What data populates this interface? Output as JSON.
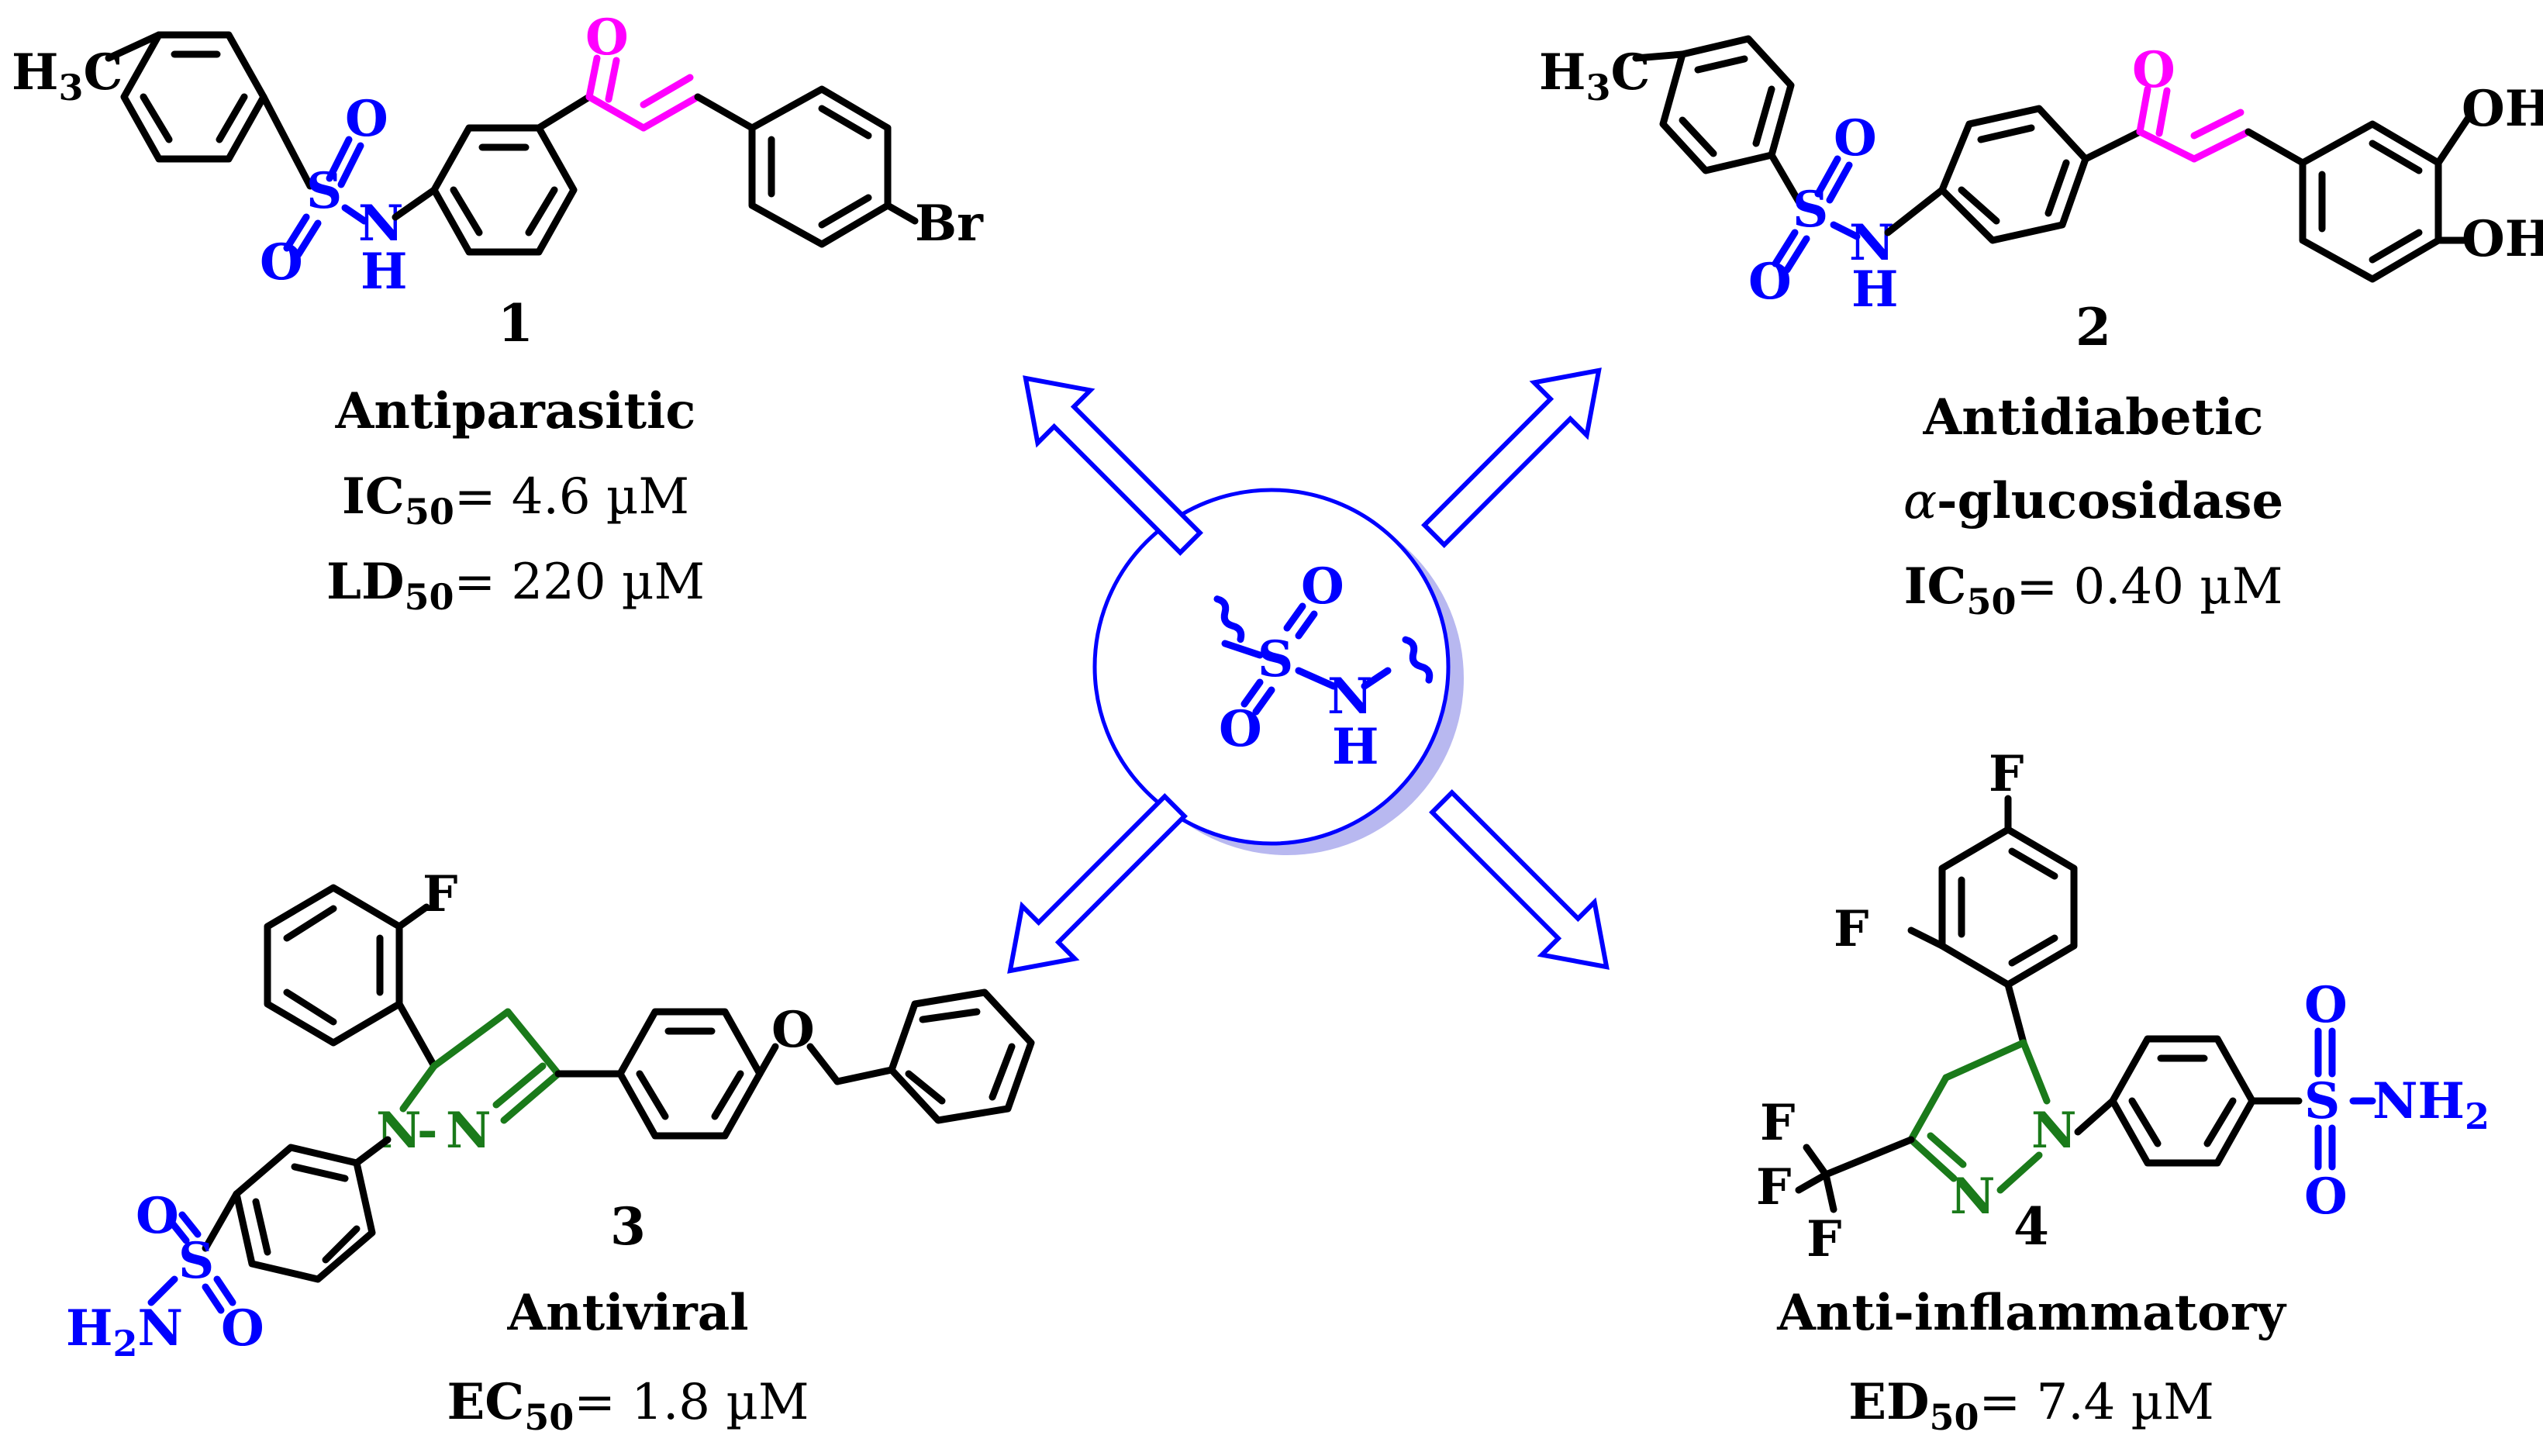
{
  "center": {
    "o_top": "O",
    "s": "S",
    "o_bottom": "O",
    "n": "N",
    "h": "H"
  },
  "compounds": [
    {
      "number": "1",
      "activity": "Antiparasitic",
      "metrics": [
        {
          "name": "IC",
          "sub": "50",
          "value": "= 4.6 µM"
        },
        {
          "name": "LD",
          "sub": "50",
          "value": "= 220 µM"
        }
      ],
      "atoms": {
        "methyl": "H",
        "methyl_sub": "3",
        "methyl_c": "C",
        "s": "S",
        "o1": "O",
        "o2": "O",
        "n": "N",
        "h": "H",
        "ketone_o": "O",
        "br": "Br"
      }
    },
    {
      "number": "2",
      "activity": "Antidiabetic",
      "activity2_greek": "α",
      "activity2": "-glucosidase",
      "metrics": [
        {
          "name": "IC",
          "sub": "50",
          "value": "= 0.40 µM"
        }
      ],
      "atoms": {
        "methyl": "H",
        "methyl_sub": "3",
        "methyl_c": "C",
        "s": "S",
        "o1": "O",
        "o2": "O",
        "n": "N",
        "h": "H",
        "ketone_o": "O",
        "oh1": "OH",
        "oh2": "OH"
      }
    },
    {
      "number": "3",
      "activity": "Antiviral",
      "metrics": [
        {
          "name": "EC",
          "sub": "50",
          "value": "= 1.8 µM"
        }
      ],
      "atoms": {
        "f": "F",
        "n1": "N",
        "n2": "N",
        "dash": "-",
        "ether_o": "O",
        "s": "S",
        "o1": "O",
        "o2": "O",
        "amine": "H",
        "amine_sub": "2",
        "amine_n": "N"
      }
    },
    {
      "number": "4",
      "activity": "Anti-inflammatory",
      "metrics": [
        {
          "name": "ED",
          "sub": "50",
          "value": "= 7.4 µM"
        }
      ],
      "atoms": {
        "f_top": "F",
        "f_ortho": "F",
        "n1": "N",
        "n2": "N",
        "s": "S",
        "o1": "O",
        "o2": "O",
        "amine_n": "NH",
        "amine_sub": "2",
        "cf1": "F",
        "cf2": "F",
        "cf3": "F"
      }
    }
  ],
  "colors": {
    "sulfonamide": "#0000ff",
    "enone": "#ff00ff",
    "pyrazoline": "#1a7a1a",
    "arrow_outline": "#0000ff",
    "circle_shadow": "#b8b8f0"
  }
}
